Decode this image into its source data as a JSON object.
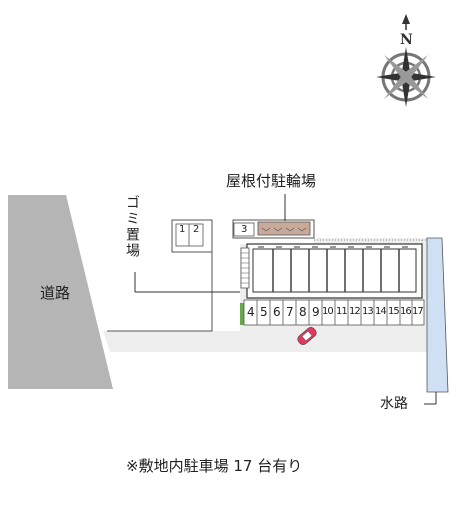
{
  "compass": {
    "north_label": "N",
    "icon": "north-compass-icon"
  },
  "labels": {
    "road": "道路",
    "bicycle_parking": "屋根付駐輪場",
    "garbage_area": "ゴミ置場",
    "waterway": "水路",
    "footnote": "※敷地内駐車場 17 台有り"
  },
  "parking": {
    "small_lot_numbers": [
      "1",
      "2",
      "3"
    ],
    "row_numbers": [
      "4",
      "5",
      "6",
      "7",
      "8",
      "9",
      "10",
      "11",
      "12",
      "13",
      "14",
      "15",
      "16",
      "17"
    ]
  },
  "colors": {
    "road": "#b5b5b5",
    "site": "#eeeeee",
    "building": "#ffffff",
    "waterway": "#cfe0f5",
    "bike_shelter": "#c9a99a",
    "car_marker": "#e8355c",
    "greenery": "#6aa84f"
  }
}
